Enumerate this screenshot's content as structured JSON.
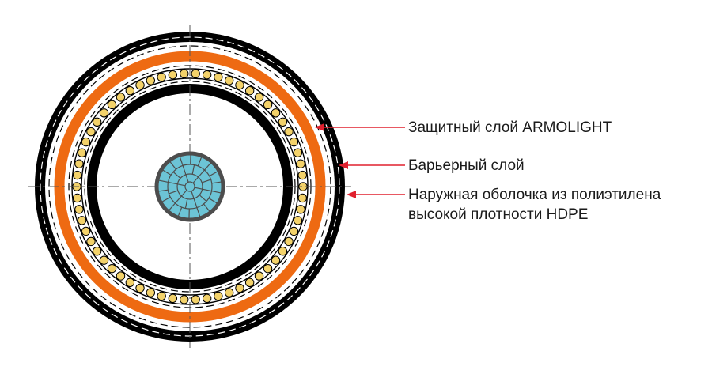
{
  "diagram": {
    "callouts": {
      "armolight": "Защитный слой ARMOLIGHT",
      "barrier": "Барьерный слой",
      "outer_sheath_line1": "Наружная оболочка из полиэтилена",
      "outer_sheath_line2": "высокой плотности HDPE"
    },
    "colors": {
      "outer_sheath": "#000000",
      "armor_layer": "#ee6a12",
      "wire_fill": "#f3d26a",
      "insulation": "#000000",
      "conductor_fill": "#6cc4d6",
      "conductor_outline": "#4d4d4d",
      "arrow": "#e0202e",
      "dash_line": "#000000",
      "center_lines": "#555555"
    },
    "icons": {
      "arrow": "arrow-head-left"
    }
  }
}
